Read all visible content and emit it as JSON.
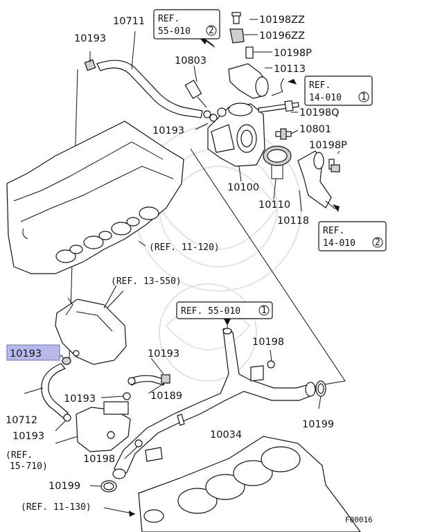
{
  "diagram": {
    "figure_code": "F00016",
    "highlighted_part": "10193",
    "part_labels": {
      "p10711": "10711",
      "p10193_top": "10193",
      "p10803": "10803",
      "p10193_mid": "10193",
      "p10198ZZ": "10198ZZ",
      "p10196ZZ": "10196ZZ",
      "p10198P_a": "10198P",
      "p10113": "10113",
      "p10198Q": "10198Q",
      "p10801": "10801",
      "p10198P_b": "10198P",
      "p10100": "10100",
      "p10110": "10110",
      "p10118": "10118",
      "p10193_hl": "10193",
      "p10712": "10712",
      "p10193_low": "10193",
      "p10193_hose": "10193",
      "p10193_clamp": "10193",
      "p10189": "10189",
      "p10198_mid": "10198",
      "p10198_low": "10198",
      "p10034": "10034",
      "p10199_right": "10199",
      "p10199_low": "10199"
    },
    "references": {
      "ref_55_010_2": {
        "line1": "REF.",
        "line2": "55-010",
        "circle": "2"
      },
      "ref_14_010_1": {
        "line1": "REF.",
        "line2": "14-010",
        "circle": "1"
      },
      "ref_14_010_2": {
        "line1": "REF.",
        "line2": "14-010",
        "circle": "2"
      },
      "ref_55_010_1": {
        "text": "REF. 55-010",
        "circle": "1"
      },
      "ref_11_120": "(REF. 11-120)",
      "ref_13_550": "(REF. 13-550)",
      "ref_15_710_a": "(REF.",
      "ref_15_710_b": "15-710)",
      "ref_11_130": "(REF. 11-130)"
    }
  }
}
